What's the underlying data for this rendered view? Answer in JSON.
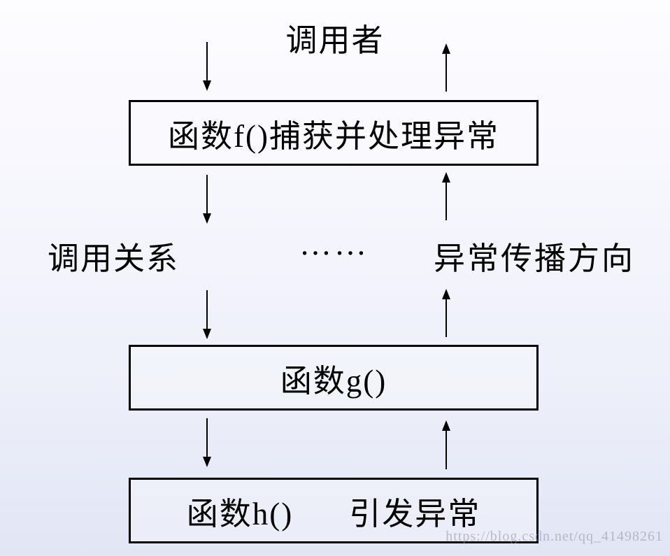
{
  "diagram": {
    "caller_label": "调用者",
    "left_flow_label": "调用关系",
    "separator_dots": "……",
    "right_flow_label": "异常传播方向",
    "boxes": {
      "f": {
        "label": "函数f()捕获并处理异常"
      },
      "g": {
        "label": "函数g()"
      },
      "h": {
        "label_left": "函数h()",
        "label_right": "引发异常"
      }
    },
    "watermark": "https://blog.csdn.net/qq_41498261",
    "colors": {
      "line": "#000000",
      "background_top": "#fdfcff",
      "background_bottom": "#e2e6f4",
      "watermark": "#969aae"
    }
  }
}
